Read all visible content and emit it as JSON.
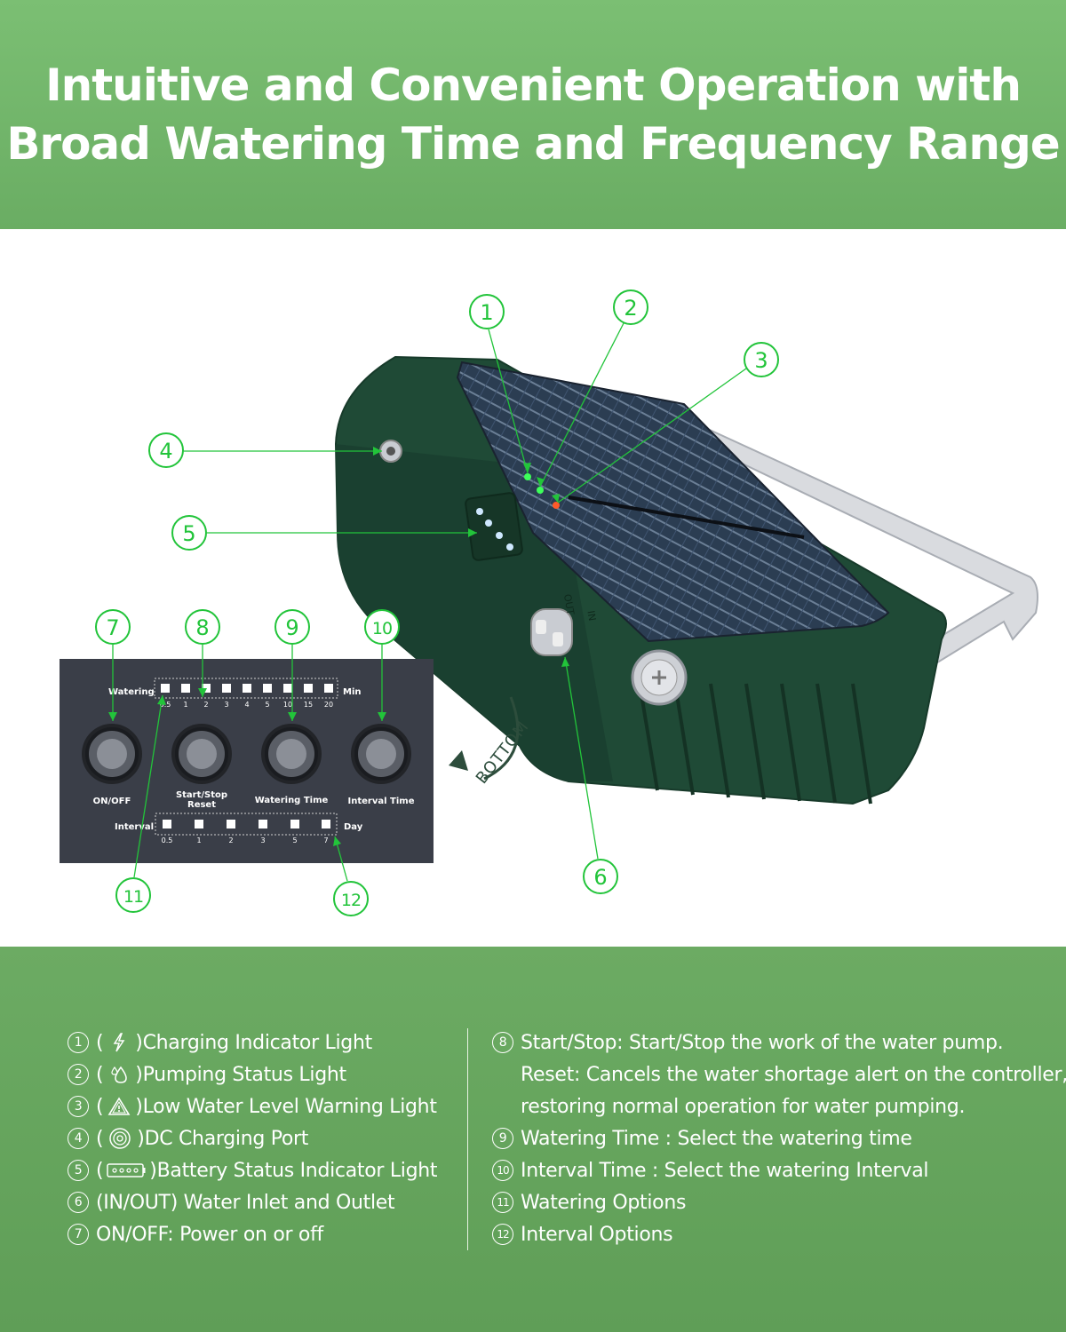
{
  "header": {
    "line1": "Intuitive and Convenient Operation with",
    "line2": "Broad Watering Time and Frequency Range"
  },
  "callouts": [
    "1",
    "2",
    "3",
    "4",
    "5",
    "6",
    "7",
    "8",
    "9",
    "10",
    "11",
    "12"
  ],
  "panel": {
    "watering_label": "Watering",
    "watering_unit": "Min",
    "watering_ticks": [
      "0.5",
      "1",
      "2",
      "3",
      "4",
      "5",
      "10",
      "15",
      "20"
    ],
    "interval_label": "Interval",
    "interval_unit": "Day",
    "interval_ticks": [
      "0.5",
      "1",
      "2",
      "3",
      "5",
      "7"
    ],
    "buttons": [
      {
        "label": "ON/OFF"
      },
      {
        "label": "Start/Stop",
        "label2": "Reset"
      },
      {
        "label": "Watering Time"
      },
      {
        "label": "Interval Time"
      }
    ]
  },
  "device": {
    "bottom_label": "BOTTOM",
    "out_label": "OUT",
    "in_label": "IN"
  },
  "legend": {
    "left": [
      {
        "num": "1",
        "open": "(",
        "icon": "lightning-icon",
        "close": ")",
        "text": "Charging Indicator Light"
      },
      {
        "num": "2",
        "open": "(",
        "icon": "water-drop-icon",
        "close": ")",
        "text": "Pumping Status Light"
      },
      {
        "num": "3",
        "open": "(",
        "icon": "warning-icon",
        "close": ")",
        "text": "Low Water Level Warning Light"
      },
      {
        "num": "4",
        "open": "(",
        "icon": "dc-port-icon",
        "close": ")",
        "text": "DC Charging Port"
      },
      {
        "num": "5",
        "open": "(",
        "icon": "battery-icon",
        "close": ")",
        "text": " Battery Status Indicator Light"
      },
      {
        "num": "6",
        "text": "(IN/OUT) Water Inlet and Outlet"
      },
      {
        "num": "7",
        "text": "ON/OFF: Power on or off"
      }
    ],
    "right": [
      {
        "num": "8",
        "text": "Start/Stop: Start/Stop the work of the water pump."
      },
      {
        "text": "Reset: Cancels the water shortage alert on the controller,"
      },
      {
        "text": "restoring normal operation for water pumping."
      },
      {
        "num": "9",
        "text": "Watering Time :  Select the watering time"
      },
      {
        "num": "10",
        "text": "Interval Time :  Select the watering Interval"
      },
      {
        "num": "11",
        "text": "Watering Options"
      },
      {
        "num": "12",
        "text": "Interval Options"
      }
    ]
  },
  "colors": {
    "header_green": "#74b86c",
    "footer_green": "#66a65e",
    "callout_green": "#22c43a",
    "device_green": "#1f4a36",
    "panel_gray": "#3a3e48"
  }
}
